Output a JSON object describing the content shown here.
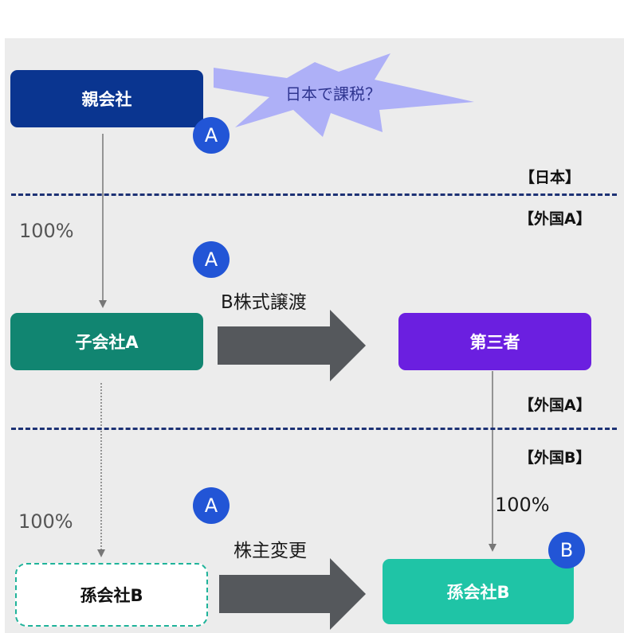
{
  "nodes": {
    "parent": "親会社",
    "sub_a": "子会社A",
    "third_party": "第三者",
    "grand_b_before": "孫会社B",
    "grand_b_after": "孫会社B"
  },
  "callout": "日本で課税？",
  "badges": {
    "a1": "A",
    "a2": "A",
    "a3": "A",
    "b": "B"
  },
  "regions": {
    "japan": "【日本】",
    "foreign_a_top": "【外国A】",
    "foreign_a_mid": "【外国A】",
    "foreign_b": "【外国B】"
  },
  "ownership": {
    "parent_to_a": "100%",
    "a_to_b": "100%",
    "third_to_b": "100%"
  },
  "actions": {
    "transfer": "B株式譲渡",
    "shareholder_change": "株主変更"
  },
  "colors": {
    "parent": "#0a3590",
    "sub_a": "#118571",
    "third_party": "#6b1fe0",
    "grand_b": "#1fc4a6",
    "badge": "#2255d6",
    "callout": "#aeb0f7",
    "big_arrow": "#55585c"
  }
}
